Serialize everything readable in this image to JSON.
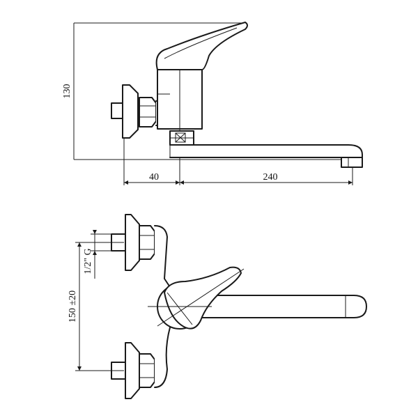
{
  "drawing": {
    "colors": {
      "line": "#1a1a1a",
      "background": "#ffffff"
    },
    "side_view": {
      "dim_height": "130",
      "dim_offset": "40",
      "dim_spout": "240"
    },
    "top_view": {
      "dim_thread": "1/2\" G",
      "dim_spacing": "150 ±20"
    }
  }
}
